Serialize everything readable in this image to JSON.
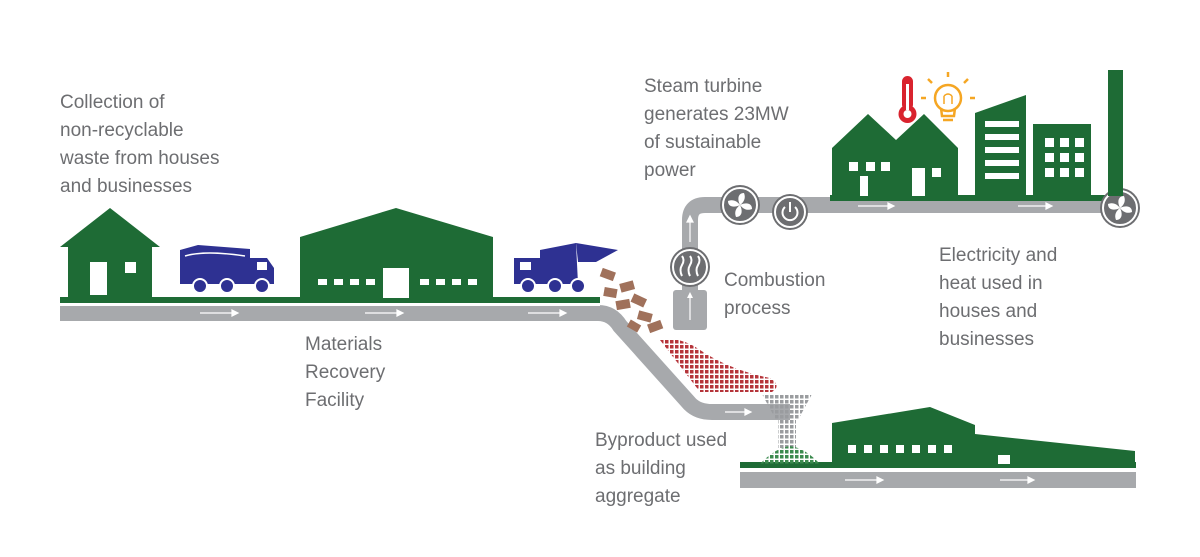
{
  "labels": {
    "collection": [
      "Collection of",
      "non-recyclable",
      "waste from houses",
      "and businesses"
    ],
    "mrf": [
      "Materials",
      "Recovery",
      "Facility"
    ],
    "turbine": [
      "Steam turbine",
      "generates 23MW",
      "of sustainable",
      "power"
    ],
    "combustion": [
      "Combustion",
      "process"
    ],
    "electricity": [
      "Electricity and",
      "heat used in",
      "houses and",
      "businesses"
    ],
    "byproduct": [
      "Byproduct used",
      "as building",
      "aggregate"
    ]
  },
  "icons": {
    "house": "house-icon",
    "truck": "garbage-truck-icon",
    "facility": "recovery-facility-icon",
    "turbine": "fan-icon",
    "power": "power-icon",
    "heat": "thermometer-icon",
    "light": "lightbulb-icon",
    "steam": "steam-icon",
    "factory": "factory-icon"
  },
  "colors": {
    "green": "#1e6b35",
    "road": "#a7a9ac",
    "navy": "#2e3192",
    "red": "#d9232e",
    "yellow": "#f5a623",
    "brick": "#a0715b",
    "label": "#6d6e71"
  }
}
